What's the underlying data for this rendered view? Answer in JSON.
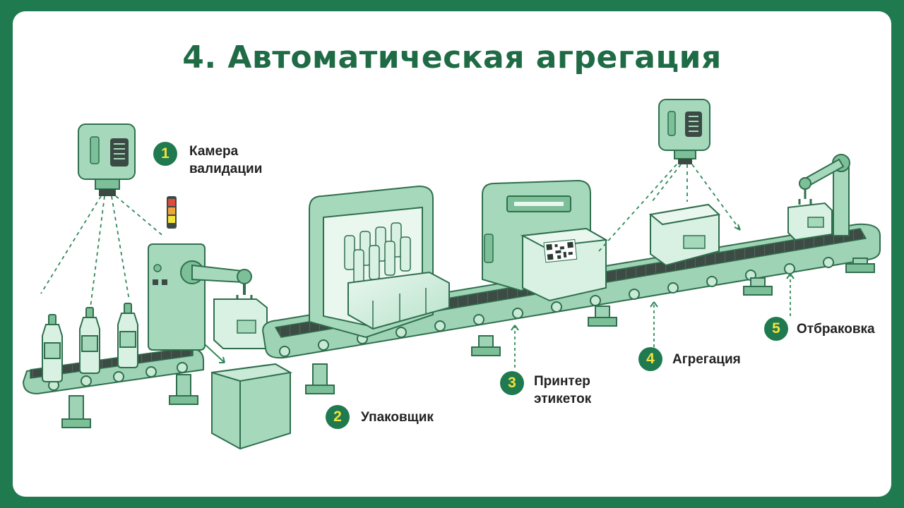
{
  "title": "4. Автоматическая агрегация",
  "colors": {
    "frame": "#1f7a4f",
    "accent": "#1e6b45",
    "badge_number": "#f5e23a",
    "machine_fill": "#c9ead7",
    "machine_stroke": "#2f6f4d",
    "belt": "#3b4a44"
  },
  "stations": [
    {
      "number": "1",
      "line1": "Камера",
      "line2": "валидации",
      "icon": "camera-icon"
    },
    {
      "number": "2",
      "line1": "Упаковщик",
      "line2": "",
      "icon": "robot-arm-icon"
    },
    {
      "number": "3",
      "line1": "Принтер",
      "line2": "этикеток",
      "icon": "printer-icon"
    },
    {
      "number": "4",
      "line1": "Агрегация",
      "line2": "",
      "icon": "camera-icon"
    },
    {
      "number": "5",
      "line1": "Отбраковка",
      "line2": "",
      "icon": "robot-arm-icon"
    }
  ],
  "printed_label": "QR-code"
}
